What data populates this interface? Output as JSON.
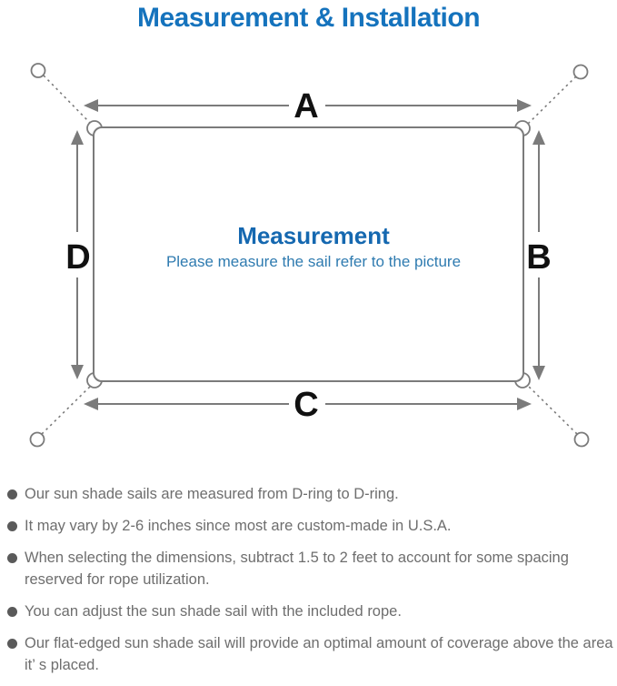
{
  "page": {
    "title": "Measurement & Installation"
  },
  "diagram": {
    "center_title": "Measurement",
    "center_subtitle": "Please measure the sail refer to the picture",
    "labels": {
      "top": "A",
      "right": "B",
      "bottom": "C",
      "left": "D"
    },
    "colors": {
      "title_blue": "#1573bd",
      "heading_blue": "#1568b0",
      "subtitle_blue": "#2f7bb0",
      "line_gray": "#7b7b7b",
      "label_color": "#111111",
      "note_gray": "#6e6e6e"
    }
  },
  "notes": {
    "items": [
      "Our sun shade sails are measured from D-ring to D-ring.",
      "It may vary by 2-6 inches since most are custom-made in U.S.A.",
      "When selecting the dimensions, subtract 1.5 to 2 feet to account for some spacing reserved for rope utilization.",
      "You can adjust the sun shade sail with the included rope.",
      "Our flat-edged sun shade sail will provide an optimal amount of coverage above the area it’ s placed."
    ]
  }
}
